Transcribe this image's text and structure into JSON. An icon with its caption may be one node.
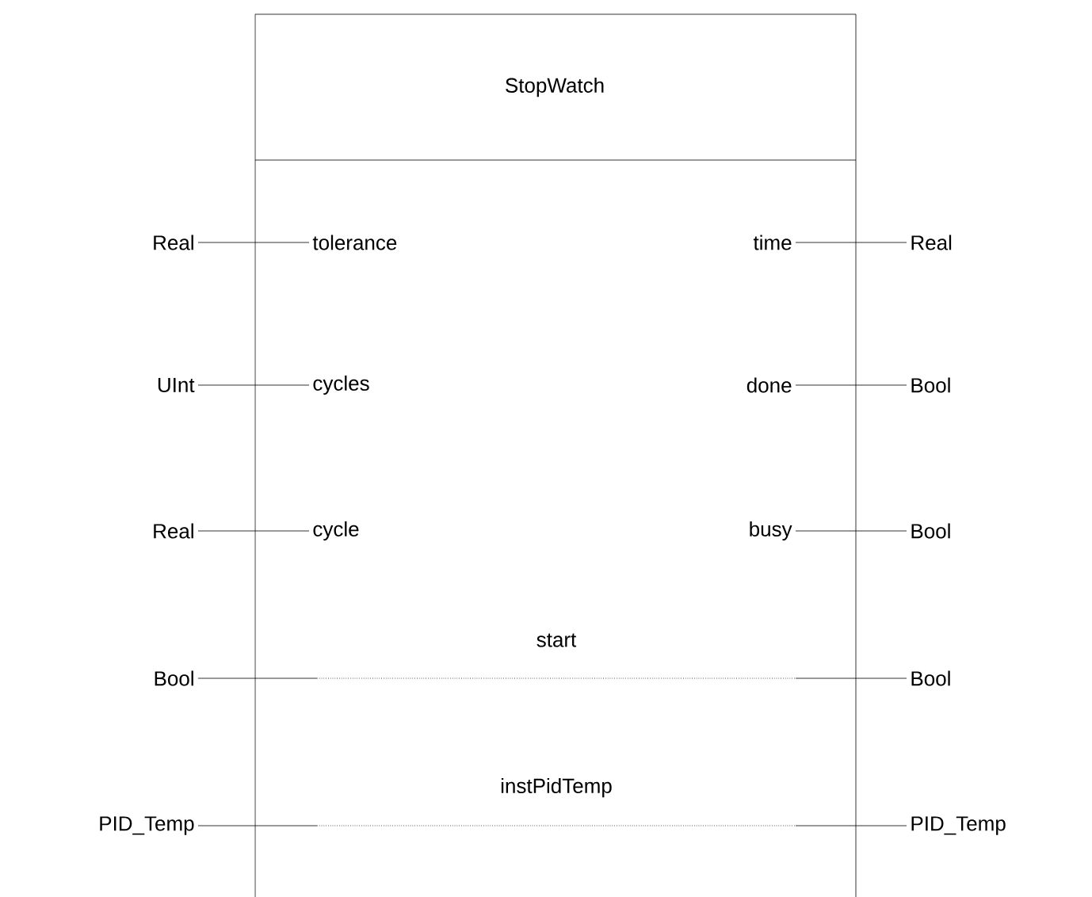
{
  "diagram": {
    "nodes": [
      {
        "text": [
          "StopWatch"
        ]
      },
      {
        "text": [
          "Real"
        ]
      },
      {
        "text": [
          "tolerance"
        ],
        "in": 0
      },
      {
        "text": [
          "time"
        ],
        "in": 0
      },
      {
        "text": [
          "Real"
        ]
      },
      {
        "text": [
          "UInt"
        ]
      },
      {
        "text": [
          "cycles"
        ],
        "in": 0
      },
      {
        "text": [
          "done"
        ],
        "in": 0
      },
      {
        "text": [
          "Bool"
        ]
      },
      {
        "text": [
          "Real"
        ]
      },
      {
        "text": [
          "cycle"
        ],
        "in": 0
      },
      {
        "text": [
          "busy"
        ],
        "in": 0
      },
      {
        "text": [
          "Bool"
        ]
      },
      {
        "text": [
          "Bool"
        ]
      },
      {
        "text": [
          "Bool"
        ]
      },
      {
        "text": [
          "PID_Temp"
        ]
      },
      {
        "text": [
          "PID_Temp"
        ]
      }
    ],
    "edges": [
      {
        "from": 1,
        "to": 2,
        "arrow": "none"
      },
      {
        "from": 3,
        "to": 4,
        "arrow": "none"
      },
      {
        "from": 5,
        "to": 6,
        "arrow": "none"
      },
      {
        "from": 7,
        "to": 8,
        "arrow": "none"
      },
      {
        "from": 9,
        "to": 10,
        "arrow": "none"
      },
      {
        "from": 11,
        "to": 12,
        "arrow": "none"
      },
      {
        "from": 13,
        "to": 14,
        "label": "start",
        "arrow": "none"
      },
      {
        "from": 15,
        "to": 16,
        "label": "instPidTemp",
        "arrow": "none"
      }
    ]
  }
}
